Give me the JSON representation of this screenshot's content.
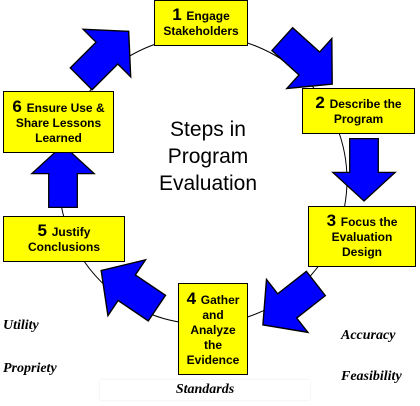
{
  "title_lines": [
    "Steps in",
    "Program",
    "Evaluation"
  ],
  "steps": [
    {
      "number": "1",
      "lines": [
        "Engage",
        "Stakeholders"
      ]
    },
    {
      "number": "2",
      "lines": [
        "Describe the",
        "Program"
      ]
    },
    {
      "number": "3",
      "lines": [
        "Focus the",
        "Evaluation",
        "Design"
      ]
    },
    {
      "number": "4",
      "lines": [
        "Gather",
        "and",
        "Analyze",
        "the",
        "Evidence"
      ]
    },
    {
      "number": "5",
      "lines": [
        "Justify",
        "Conclusions"
      ]
    },
    {
      "number": "6",
      "lines": [
        "Ensure Use &",
        "Share Lessons",
        "Learned"
      ]
    }
  ],
  "standards_label": "Standards",
  "standards": {
    "utility": "Utility",
    "propriety": "Propriety",
    "accuracy": "Accuracy",
    "feasibility": "Feasibility"
  },
  "colors": {
    "box_fill": "#ffff00",
    "arrow_fill": "#0000ff",
    "ring": "#000000"
  }
}
